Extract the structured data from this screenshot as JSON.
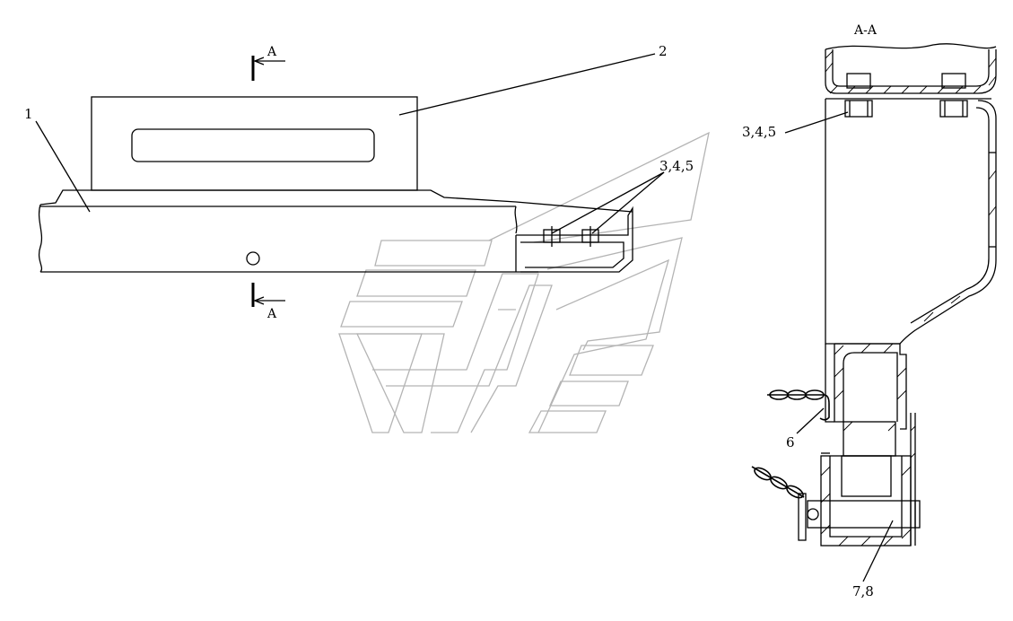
{
  "callouts": {
    "part_1": "1",
    "part_2": "2",
    "parts_345_left": "3,4,5",
    "parts_345_right": "3,4,5",
    "part_6": "6",
    "parts_78": "7,8"
  },
  "section_markers": {
    "top": "A",
    "bottom": "A",
    "view_title": "A-A"
  }
}
